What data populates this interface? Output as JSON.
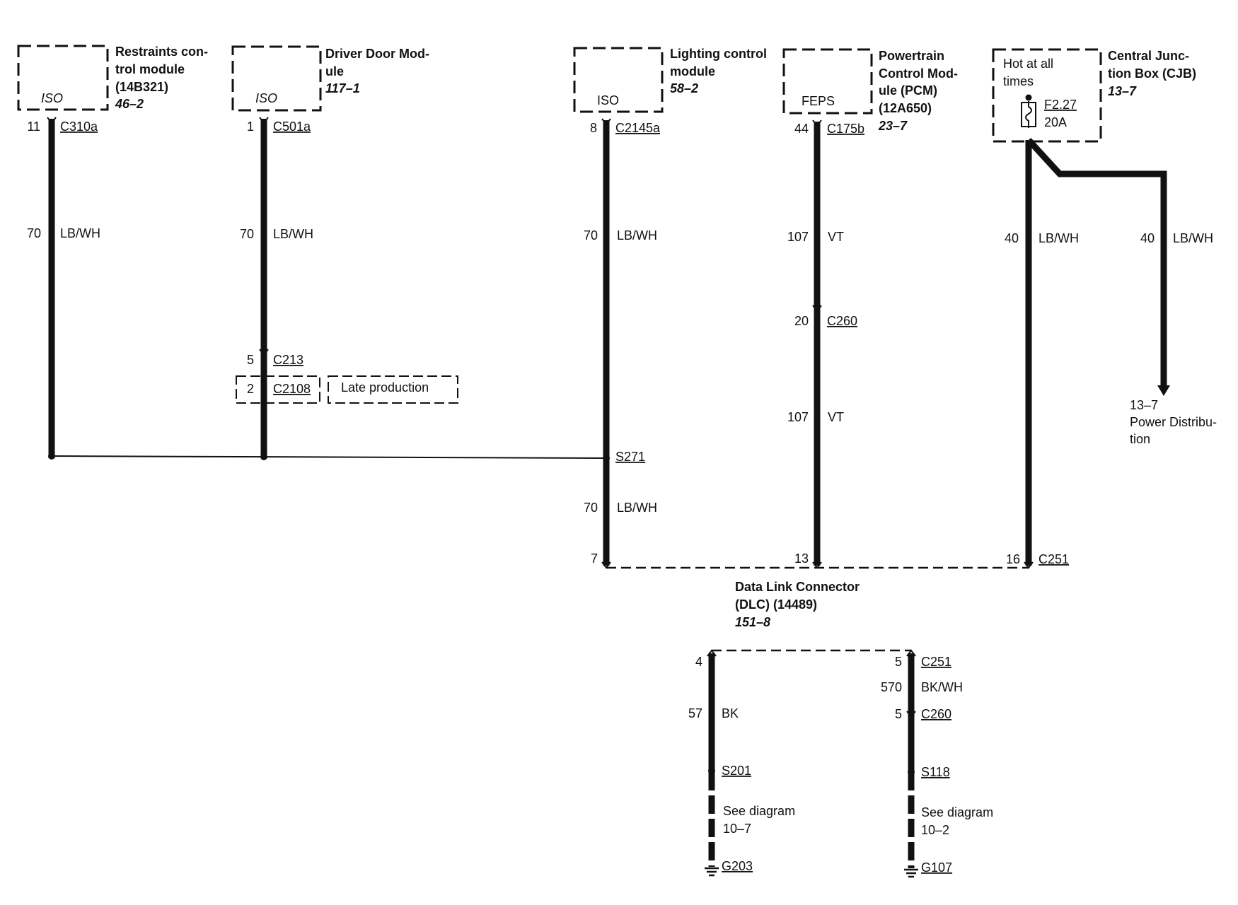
{
  "modules": {
    "rcm": {
      "name_1": "Restraints con-",
      "name_2": "trol module",
      "name_3": "(14B321)",
      "ref": "46–2",
      "code": "ISO"
    },
    "ddm": {
      "name_1": "Driver Door Mod-",
      "name_2": "ule",
      "ref": "117–1",
      "code": "ISO"
    },
    "lcm": {
      "name_1": "Lighting control",
      "name_2": "module",
      "ref": "58–2",
      "code": "ISO"
    },
    "pcm": {
      "name_1": "Powertrain",
      "name_2": "Control Mod-",
      "name_3": "ule (PCM)",
      "name_4": "(12A650)",
      "ref": "23–7",
      "code": "FEPS"
    },
    "cjb": {
      "name_1": "Central Junc-",
      "name_2": "tion Box (CJB)",
      "ref": "13–7",
      "hot_1": "Hot at all",
      "hot_2": "times",
      "fuse": "F2.27",
      "amps": "20A"
    }
  },
  "connectors": {
    "rcm_pin": "11",
    "rcm_conn": "C310a",
    "ddm_pin": "1",
    "ddm_conn": "C501a",
    "lcm_pin": "8",
    "lcm_conn": "C2145a",
    "pcm_pin": "44",
    "pcm_conn": "C175b",
    "c213_pin": "5",
    "c213": "C213",
    "c2108_pin": "2",
    "c2108": "C2108",
    "late_production": "Late production",
    "c260_pin": "20",
    "c260": "C260",
    "splice_s271": "S271",
    "dlc_pin_7": "7",
    "dlc_pin_13": "13",
    "dlc_pin_16": "16",
    "dlc_conn": "C251",
    "dlc_pin_4": "4",
    "dlc_pin_5": "5",
    "dlc_conn_2": "C251",
    "c260b_pin": "5",
    "c260b": "C260",
    "s201": "S201",
    "s118": "S118",
    "g203": "G203",
    "g107": "G107"
  },
  "wires": {
    "rcm": {
      "circuit": "70",
      "color": "LB/WH"
    },
    "ddm": {
      "circuit": "70",
      "color": "LB/WH"
    },
    "lcm": {
      "circuit": "70",
      "color": "LB/WH"
    },
    "lcm_lower": {
      "circuit": "70",
      "color": "LB/WH"
    },
    "pcm": {
      "circuit": "107",
      "color": "VT"
    },
    "pcm_lower": {
      "circuit": "107",
      "color": "VT"
    },
    "cjb": {
      "circuit": "40",
      "color": "LB/WH"
    },
    "cjb_branch": {
      "circuit": "40",
      "color": "LB/WH"
    },
    "ground_left": {
      "circuit": "57",
      "color": "BK"
    },
    "ground_right": {
      "circuit": "570",
      "color": "BK/WH"
    }
  },
  "dlc": {
    "name_1": "Data Link Connector",
    "name_2": "(DLC) (14489)",
    "ref": "151–8"
  },
  "power_dist": {
    "ref": "13–7",
    "name_1": "Power Distribu-",
    "name_2": "tion"
  },
  "see_diagram": {
    "text": "See diagram",
    "left_ref": "10–7",
    "right_ref": "10–2"
  }
}
